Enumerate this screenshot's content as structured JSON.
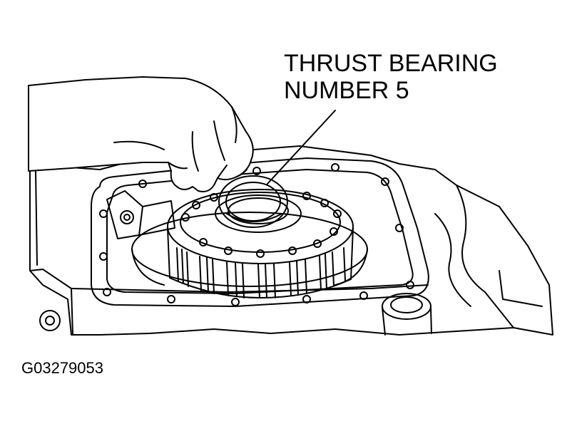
{
  "callout": {
    "line1": "THRUST BEARING",
    "line2": "NUMBER 5"
  },
  "figure_id": "G03279053",
  "colors": {
    "ink": "#000000",
    "paper": "#ffffff"
  }
}
